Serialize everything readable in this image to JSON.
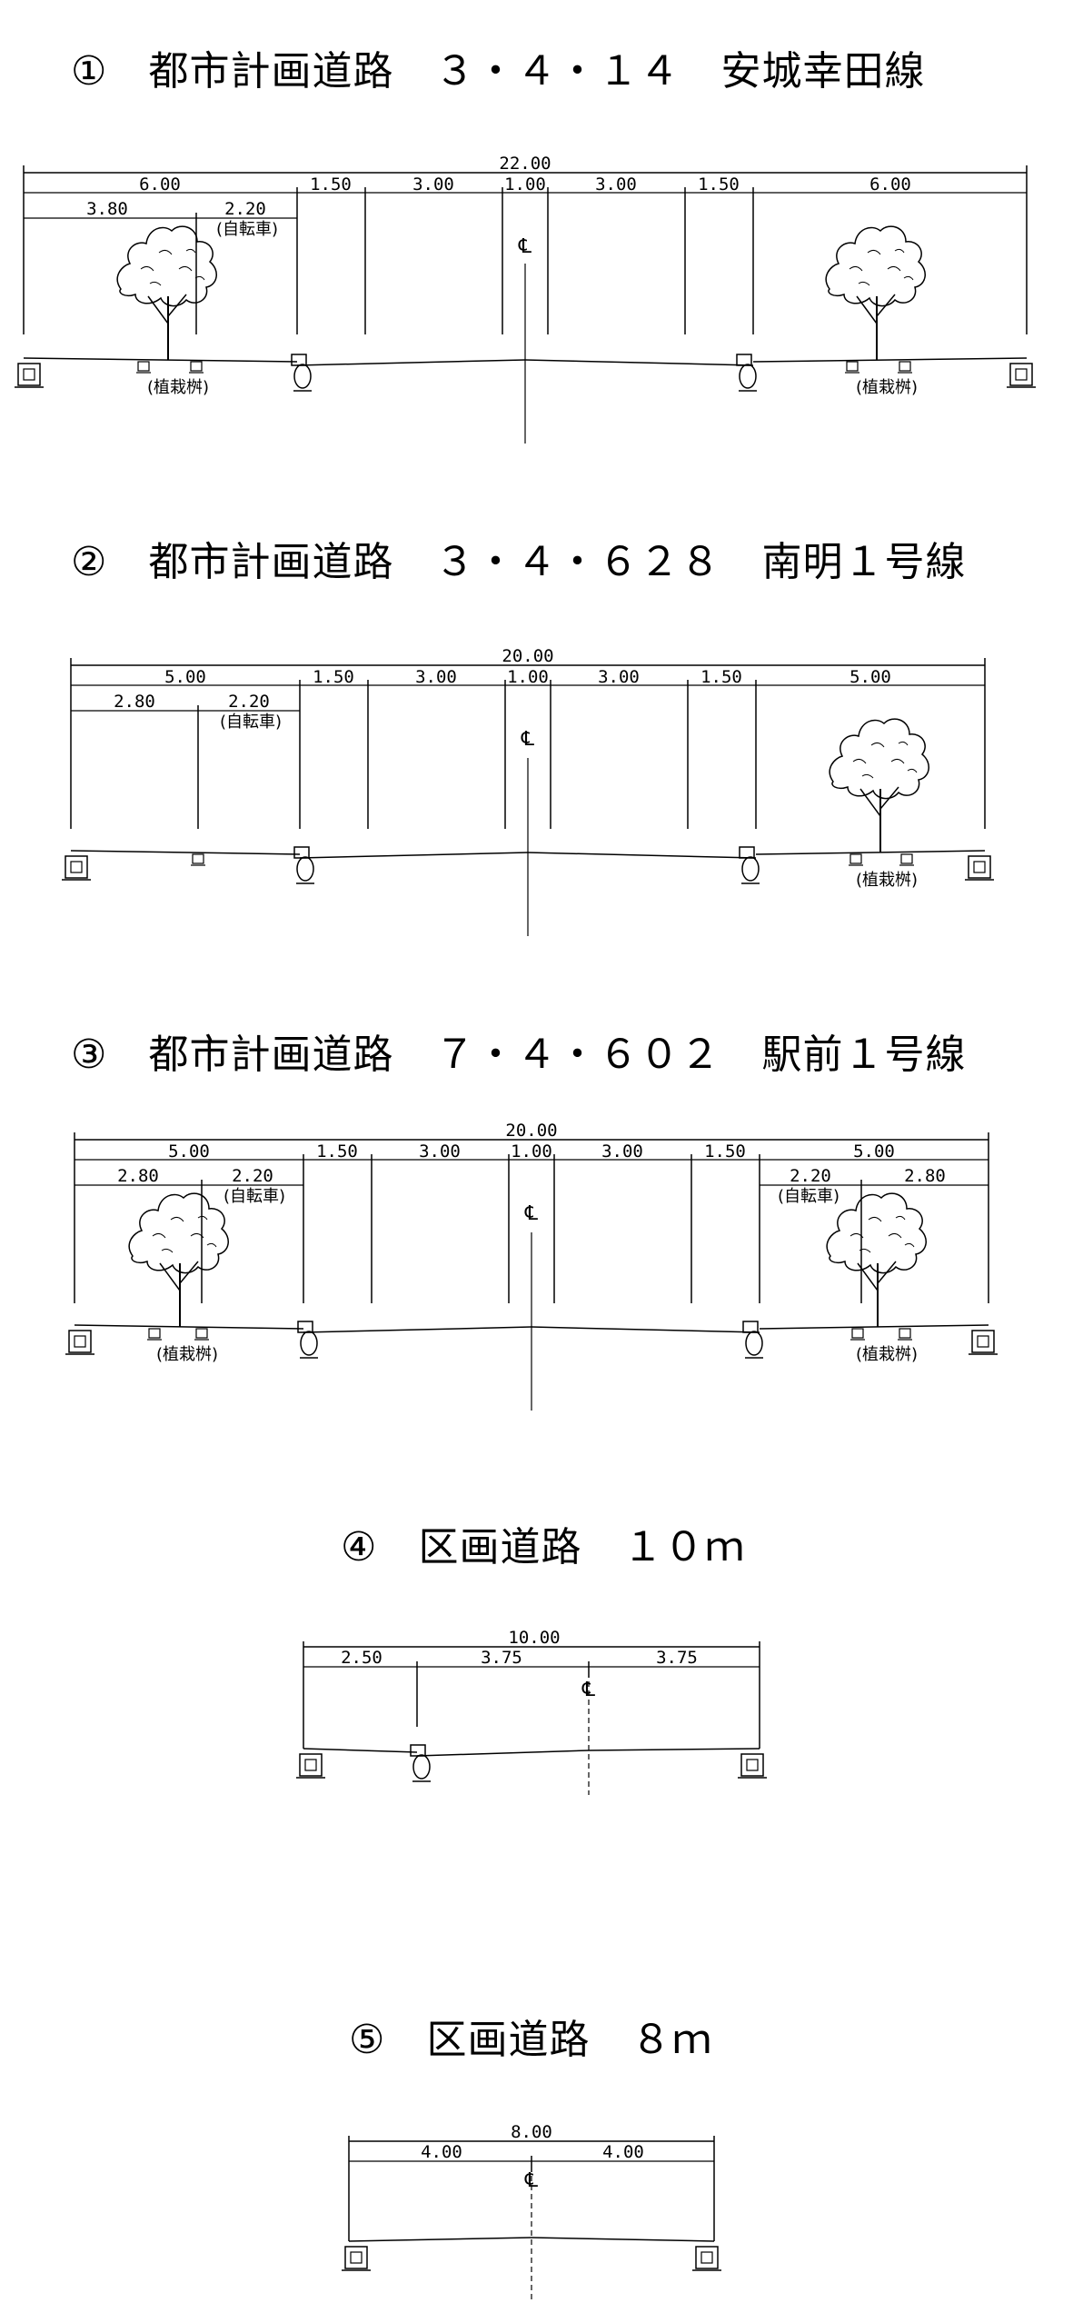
{
  "sections": [
    {
      "title": "①　都市計画道路　３・４・１４　安城幸田線",
      "total": "22.00",
      "segments": [
        "6.00",
        "1.50",
        "3.00",
        "1.00",
        "3.00",
        "1.50",
        "6.00"
      ],
      "sub_left": [
        "3.80",
        "2.20"
      ],
      "sub_right": [],
      "bike_left": "(自転車)",
      "bike_right": "",
      "tree_left": "(植栽桝)",
      "tree_right": "(植栽桝)",
      "centerline": "℄"
    },
    {
      "title": "②　都市計画道路　３・４・６２８　南明１号線",
      "total": "20.00",
      "segments": [
        "5.00",
        "1.50",
        "3.00",
        "1.00",
        "3.00",
        "1.50",
        "5.00"
      ],
      "sub_left": [
        "2.80",
        "2.20"
      ],
      "sub_right": [],
      "bike_left": "(自転車)",
      "bike_right": "",
      "tree_left": "",
      "tree_right": "(植栽桝)",
      "centerline": "℄"
    },
    {
      "title": "③　都市計画道路　７・４・６０２　駅前１号線",
      "total": "20.00",
      "segments": [
        "5.00",
        "1.50",
        "3.00",
        "1.00",
        "3.00",
        "1.50",
        "5.00"
      ],
      "sub_left": [
        "2.80",
        "2.20"
      ],
      "sub_right": [
        "2.20",
        "2.80"
      ],
      "bike_left": "(自転車)",
      "bike_right": "(自転車)",
      "tree_left": "(植栽桝)",
      "tree_right": "(植栽桝)",
      "centerline": "℄"
    },
    {
      "title": "④　区画道路　１０ｍ",
      "total": "10.00",
      "segments": [
        "2.50",
        "3.75",
        "3.75"
      ],
      "centerline": "℄"
    },
    {
      "title": "⑤　区画道路　８ｍ",
      "total": "8.00",
      "segments": [
        "4.00",
        "4.00"
      ],
      "centerline": "℄"
    }
  ]
}
